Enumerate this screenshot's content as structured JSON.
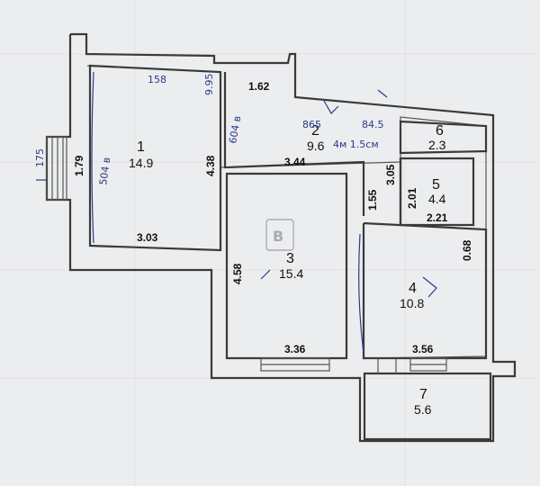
{
  "rooms": [
    {
      "number": "1",
      "area": "14.9"
    },
    {
      "number": "2",
      "area": "9.6"
    },
    {
      "number": "3",
      "area": "15.4"
    },
    {
      "number": "4",
      "area": "10.8"
    },
    {
      "number": "5",
      "area": "4.4"
    },
    {
      "number": "6",
      "area": "2.3"
    },
    {
      "number": "7",
      "area": "5.6"
    }
  ],
  "dimensions": {
    "d_179": "1.79",
    "d_438": "4.38",
    "d_303": "3.03",
    "d_162": "1.62",
    "d_344": "3.44",
    "d_155": "1.55",
    "d_305": "3.05",
    "d_201": "2.01",
    "d_221": "2.21",
    "d_068": "0.68",
    "d_458": "4.58",
    "d_336": "3.36",
    "d_356": "3.56"
  },
  "handwritten": {
    "h1": "158",
    "h2": "9.95",
    "h3": "604 в",
    "h4": "865",
    "h5": "84.5",
    "h6": "4м 1.5см",
    "h7": "504 в",
    "h8": "175"
  },
  "watermark": {
    "letter": "B"
  }
}
